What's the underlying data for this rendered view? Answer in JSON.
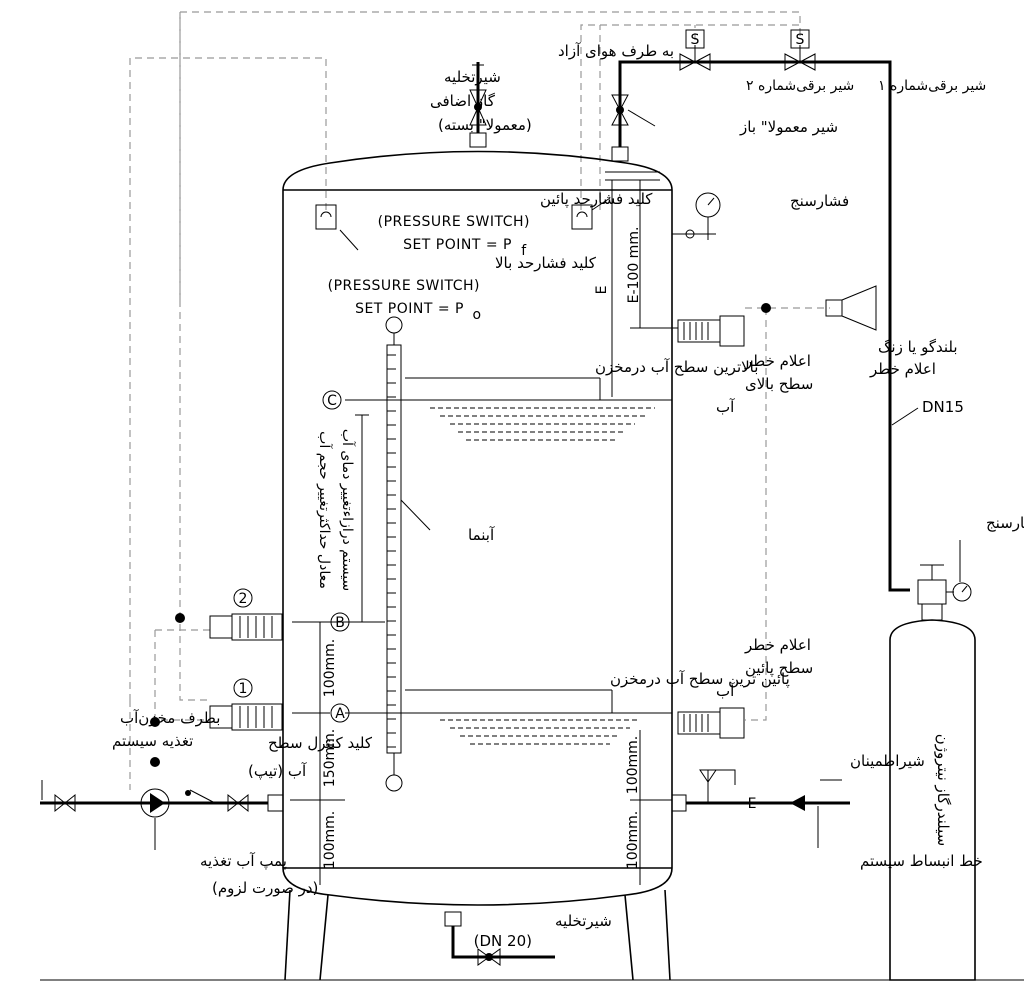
{
  "top": {
    "air_vent": "به طرف هوای آزاد",
    "drain_valve_1": "شیرتخلیه",
    "drain_valve_2": "گاز اضافی",
    "drain_valve_3": "(معمولا\" بسته)",
    "normally_open": "شیر معمولا\" باز",
    "solenoid_2": "شیر برقی‌شماره ۲",
    "solenoid_1": "شیر برقی‌شماره ۱",
    "s_label": "S"
  },
  "switches": {
    "low_title": "کلید فشارحد پائین",
    "low_en": "(PRESSURE SWITCH)",
    "low_sp": "SET POINT = P",
    "low_sub": "f",
    "high_title": "کلید فشارحد بالا",
    "high_en": "(PRESSURE SWITCH)",
    "high_sp": "SET POINT = P",
    "high_sub": "o"
  },
  "gauge_top": "فشارسنج",
  "dims": {
    "e100": "E-100 mm.",
    "e": "E",
    "d100a": "100mm.",
    "d150": "150mm.",
    "d100b": "100mm.",
    "d100c": "100mm.",
    "d100d": "100mm."
  },
  "alarm": {
    "horn_1": "بلندگو یا زنگ",
    "horn_2": "اعلام خطر",
    "high_1": "اعلام خطر",
    "high_2": "سطح بالای",
    "high_3": "آب",
    "low_1": "اعلام خطر",
    "low_2": "سطح پائین",
    "low_3": "آب"
  },
  "levels": {
    "max": "بالاترین سطح آب درمخزن",
    "min": "پائین ترین سطح آب درمخزن",
    "c": "C",
    "b": "B",
    "a": "A",
    "n2": "2",
    "n1": "1"
  },
  "gauge_glass": "آبنما",
  "vertical": {
    "line1": "معادل حداکثرتغییر حجم آب",
    "line2": "سیستم درازاءتغییر دمای آب"
  },
  "dn15": "DN15",
  "cylinder": {
    "gauge": "فشارسنج",
    "name": "سیلندرگاز نیتروژن"
  },
  "left": {
    "supply_1": "بطرف مخزن‌آب",
    "supply_2": "تغذیه سیستم",
    "ctrl_1": "کلید کنترل سطح",
    "ctrl_2": "آب (تیپ)",
    "pump_1": "پمپ آب تغذیه",
    "pump_2": "(در صورت لزوم)"
  },
  "right_bottom": {
    "safety": "شیراطمینان",
    "e_mark": "E",
    "expansion": "خط انبساط سیستم"
  },
  "drain": {
    "label": "شیرتخلیه",
    "dn": "(DN 20)"
  }
}
